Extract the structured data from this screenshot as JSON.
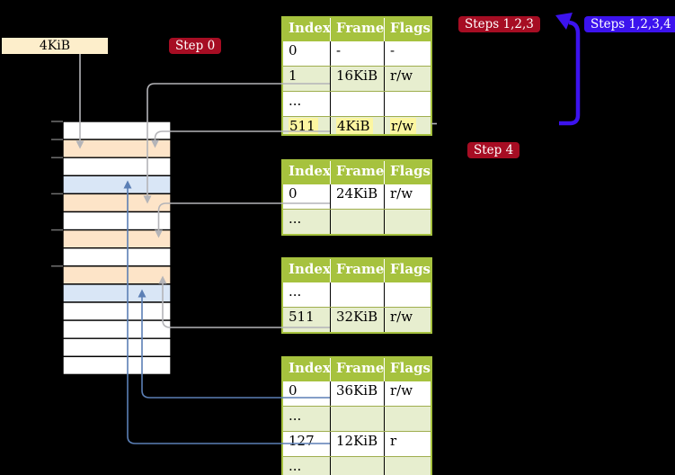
{
  "page_label": "4KiB",
  "badges": {
    "step0": "Step 0",
    "steps123": "Steps 1,2,3",
    "steps1234": "Steps 1,2,3,4",
    "step4": "Step 4"
  },
  "colors": {
    "header_green": "#a6c23e",
    "row_green": "#e7eecf",
    "highlight_yellow": "#fcf6a1",
    "badge_red": "#a60d23",
    "badge_blue": "#3c13ee",
    "arrow_gray": "#b4b4b8",
    "arrow_blue": "#5b7fb5",
    "frame_peach": "#fde4c8",
    "frame_blue": "#d9e6f6",
    "label_cream": "#fdeecb"
  },
  "memory_strip": {
    "row_colors": [
      "white",
      "peach",
      "white",
      "blue",
      "peach",
      "white",
      "peach",
      "white",
      "peach",
      "blue",
      "white",
      "white",
      "white",
      "white"
    ],
    "tick_rows": [
      0,
      1,
      2,
      4,
      6,
      8
    ]
  },
  "tables": [
    {
      "header": [
        "Index",
        "Frame",
        "Flags"
      ],
      "rows": [
        {
          "cells": [
            "0",
            "-",
            "-"
          ],
          "highlight": false
        },
        {
          "cells": [
            "1",
            "16KiB",
            "r/w"
          ],
          "highlight": false
        },
        {
          "cells": [
            "...",
            "",
            ""
          ],
          "highlight": false
        },
        {
          "cells": [
            "511",
            "4KiB",
            "r/w"
          ],
          "highlight": true
        }
      ]
    },
    {
      "header": [
        "Index",
        "Frame",
        "Flags"
      ],
      "rows": [
        {
          "cells": [
            "0",
            "24KiB",
            "r/w"
          ],
          "highlight": false
        },
        {
          "cells": [
            "...",
            "",
            ""
          ],
          "highlight": false
        }
      ]
    },
    {
      "header": [
        "Index",
        "Frame",
        "Flags"
      ],
      "rows": [
        {
          "cells": [
            "...",
            "",
            ""
          ],
          "highlight": false
        },
        {
          "cells": [
            "511",
            "32KiB",
            "r/w"
          ],
          "highlight": false
        }
      ]
    },
    {
      "header": [
        "Index",
        "Frame",
        "Flags"
      ],
      "rows": [
        {
          "cells": [
            "0",
            "36KiB",
            "r/w"
          ],
          "highlight": false
        },
        {
          "cells": [
            "...",
            "",
            ""
          ],
          "highlight": false
        },
        {
          "cells": [
            "127",
            "12KiB",
            "r"
          ],
          "highlight": false
        },
        {
          "cells": [
            "...",
            "",
            ""
          ],
          "highlight": false
        }
      ]
    }
  ]
}
